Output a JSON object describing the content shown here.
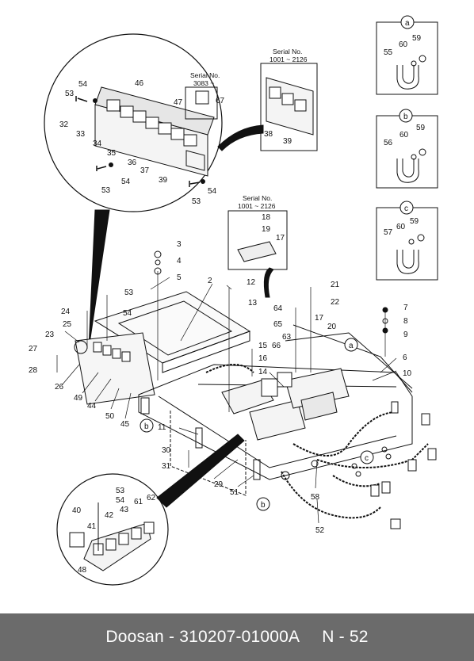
{
  "footer": {
    "brand_part": "Doosan - 310207-01000A",
    "page": "N - 52"
  },
  "callouts": {
    "top_relay": {
      "title": "Serial No.",
      "range": "3083 ~"
    },
    "top_right": {
      "title": "Serial No.",
      "range": "1001 ~ 2126"
    },
    "middle": {
      "title": "Serial No.",
      "range": "1001 ~ 2126"
    }
  },
  "clamp_details": [
    {
      "letter": "a",
      "parts": [
        "55",
        "60",
        "59"
      ]
    },
    {
      "letter": "b",
      "parts": [
        "56",
        "60",
        "59"
      ]
    },
    {
      "letter": "c",
      "parts": [
        "57",
        "60",
        "59"
      ]
    }
  ],
  "detail_refs": [
    "a",
    "b",
    "b",
    "c"
  ],
  "part_numbers": {
    "relay_detail": [
      "54",
      "46",
      "53",
      "47",
      "67",
      "32",
      "33",
      "34",
      "35",
      "36",
      "37",
      "39",
      "53",
      "54",
      "54",
      "53"
    ],
    "serial_top_right": [
      "38",
      "39"
    ],
    "serial_middle": [
      "18",
      "19",
      "17"
    ],
    "main": [
      "3",
      "4",
      "5",
      "2",
      "12",
      "13",
      "53",
      "54",
      "24",
      "25",
      "23",
      "27",
      "28",
      "26",
      "49",
      "44",
      "50",
      "45",
      "21",
      "22",
      "64",
      "65",
      "63",
      "66",
      "15",
      "16",
      "14",
      "17",
      "20",
      "6",
      "10",
      "7",
      "8",
      "9",
      "11",
      "30",
      "31",
      "29",
      "51",
      "58",
      "52"
    ],
    "bottom_detail": [
      "53",
      "54",
      "40",
      "41",
      "42",
      "43",
      "61",
      "62",
      "48"
    ]
  }
}
